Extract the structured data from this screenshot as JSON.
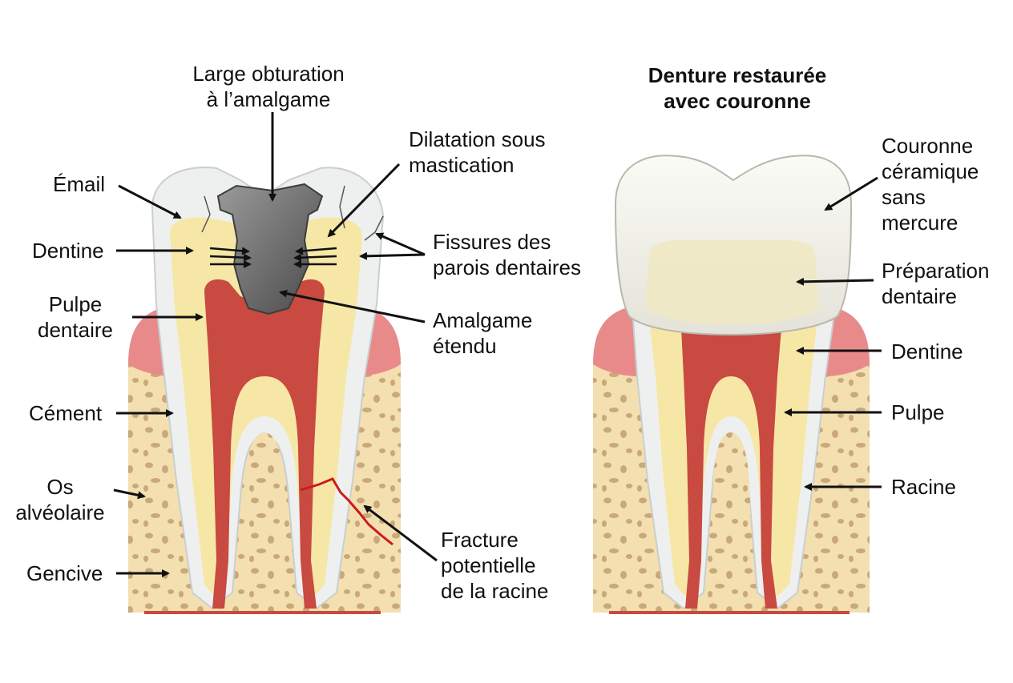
{
  "left": {
    "top_label": [
      "Large obturation",
      "à l’amalgame"
    ],
    "labels": {
      "email": "Émail",
      "dentine": "Dentine",
      "pulpe": [
        "Pulpe",
        "dentaire"
      ],
      "cement": "Cément",
      "os": [
        "Os",
        "alvéolaire"
      ],
      "gencive": "Gencive",
      "dilatation": [
        "Dilatation sous",
        "mastication"
      ],
      "fissures": [
        "Fissures des",
        "parois dentaires"
      ],
      "amalgame": [
        "Amalgame",
        "étendu"
      ],
      "fracture": [
        "Fracture",
        "potentielle",
        "de la racine"
      ]
    }
  },
  "right": {
    "title": [
      "Denture restaurée",
      "avec couronne"
    ],
    "labels": {
      "couronne": [
        "Couronne",
        "céramique",
        "sans",
        "mercure"
      ],
      "preparation": [
        "Préparation",
        "dentaire"
      ],
      "dentine": "Dentine",
      "pulpe": "Pulpe",
      "racine": "Racine"
    }
  },
  "colors": {
    "enamel": "#eef0f0",
    "dentin": "#f7e7a6",
    "pulp": "#c84a40",
    "gum": "#e98a8a",
    "bone": "#f3dfb0",
    "amalgam": "#6e6e6e",
    "crown": "#f1f1ea",
    "fracture": "#cc1a1a"
  }
}
